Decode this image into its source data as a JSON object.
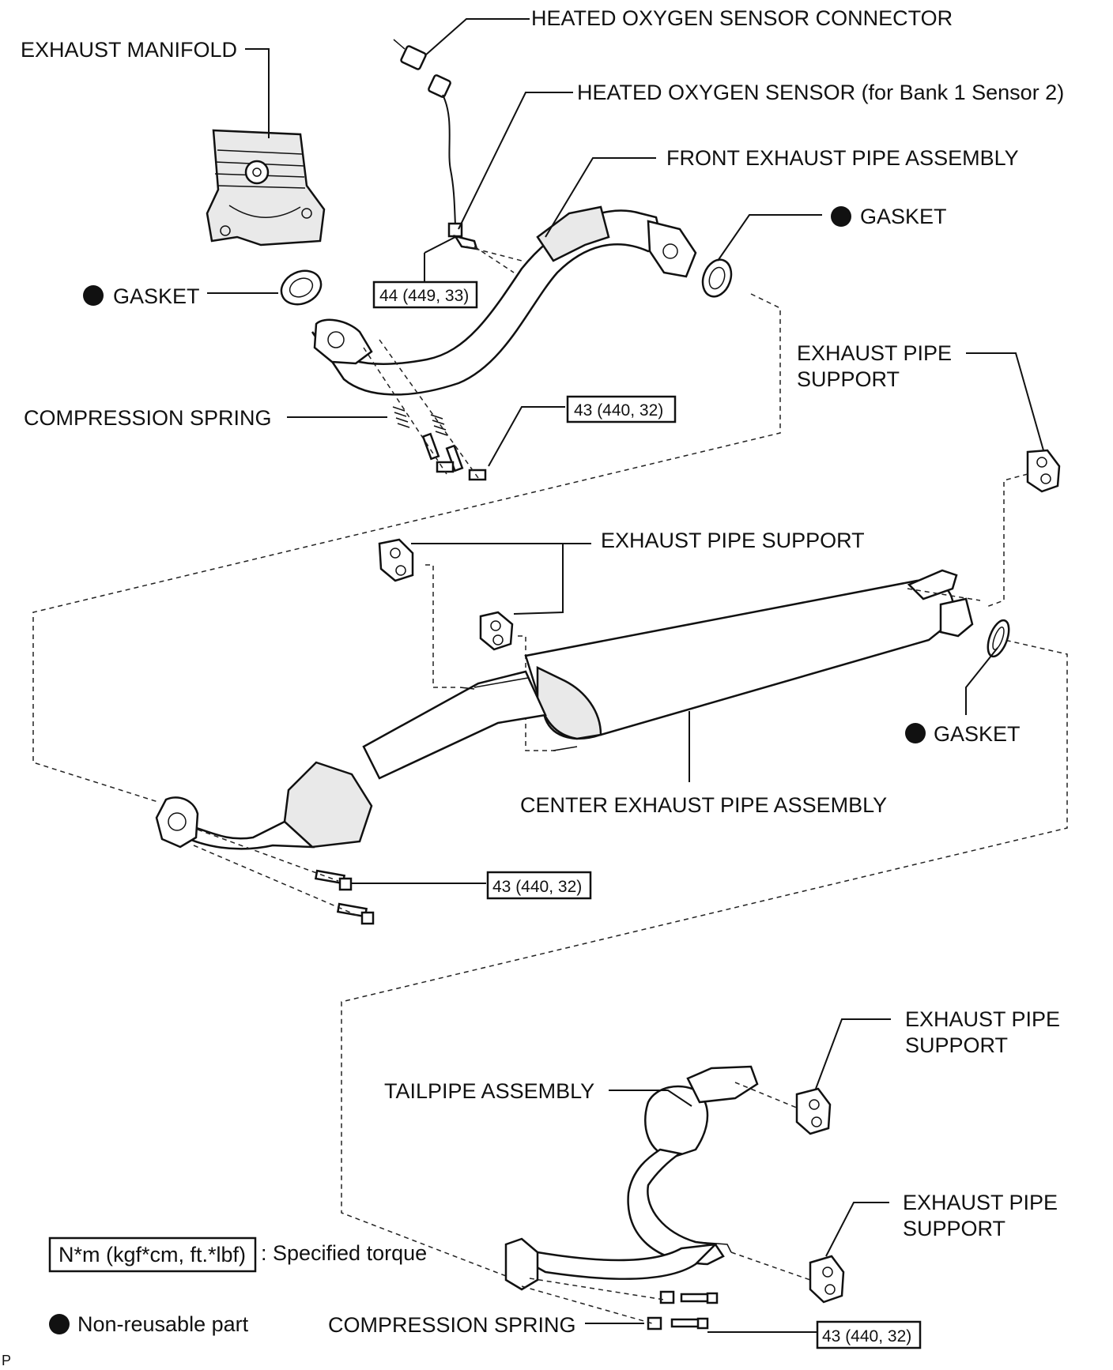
{
  "labels": {
    "heated_oxygen_sensor_connector": "HEATED OXYGEN SENSOR CONNECTOR",
    "exhaust_manifold": "EXHAUST MANIFOLD",
    "heated_oxygen_sensor": "HEATED OXYGEN SENSOR (for Bank 1 Sensor 2)",
    "front_exhaust_pipe_assembly": "FRONT EXHAUST PIPE ASSEMBLY",
    "gasket_top_right": "GASKET",
    "gasket_left": "GASKET",
    "exhaust_pipe_support_right_line1": "EXHAUST PIPE",
    "exhaust_pipe_support_right_line2": "SUPPORT",
    "compression_spring_top": "COMPRESSION SPRING",
    "exhaust_pipe_support_center": "EXHAUST PIPE SUPPORT",
    "gasket_middle": "GASKET",
    "center_exhaust_pipe_assembly": "CENTER EXHAUST PIPE ASSEMBLY",
    "exhaust_pipe_support_lower1_line1": "EXHAUST PIPE",
    "exhaust_pipe_support_lower1_line2": "SUPPORT",
    "tailpipe_assembly": "TAILPIPE ASSEMBLY",
    "exhaust_pipe_support_lower2_line1": "EXHAUST PIPE",
    "exhaust_pipe_support_lower2_line2": "SUPPORT",
    "compression_spring_bottom": "COMPRESSION SPRING"
  },
  "torques": {
    "oxygen_sensor": "44 (449, 33)",
    "front_pipe_bolts": "43 (440, 32)",
    "center_pipe_bolts": "43 (440, 32)",
    "tailpipe_bolts": "43 (440, 32)"
  },
  "legend": {
    "torque_box": "N*m (kgf*cm, ft.*lbf)",
    "torque_text": ": Specified torque",
    "nonreusable_text": "Non-reusable part"
  },
  "corner_mark": "P"
}
